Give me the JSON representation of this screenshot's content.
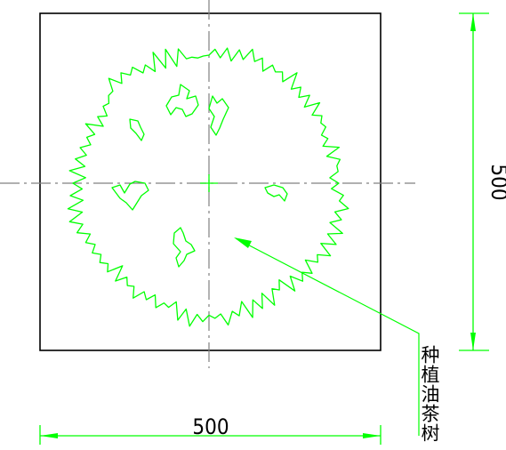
{
  "drawing": {
    "dimension_horizontal": "500",
    "dimension_vertical": "500",
    "annotation_label": "种植油茶树"
  },
  "colors": {
    "outline": "#000000",
    "centerline": "#808080",
    "tree_canopy": "#00ff00",
    "dimension": "#00ff00",
    "leader": "#00ff00",
    "text": "#000000"
  }
}
